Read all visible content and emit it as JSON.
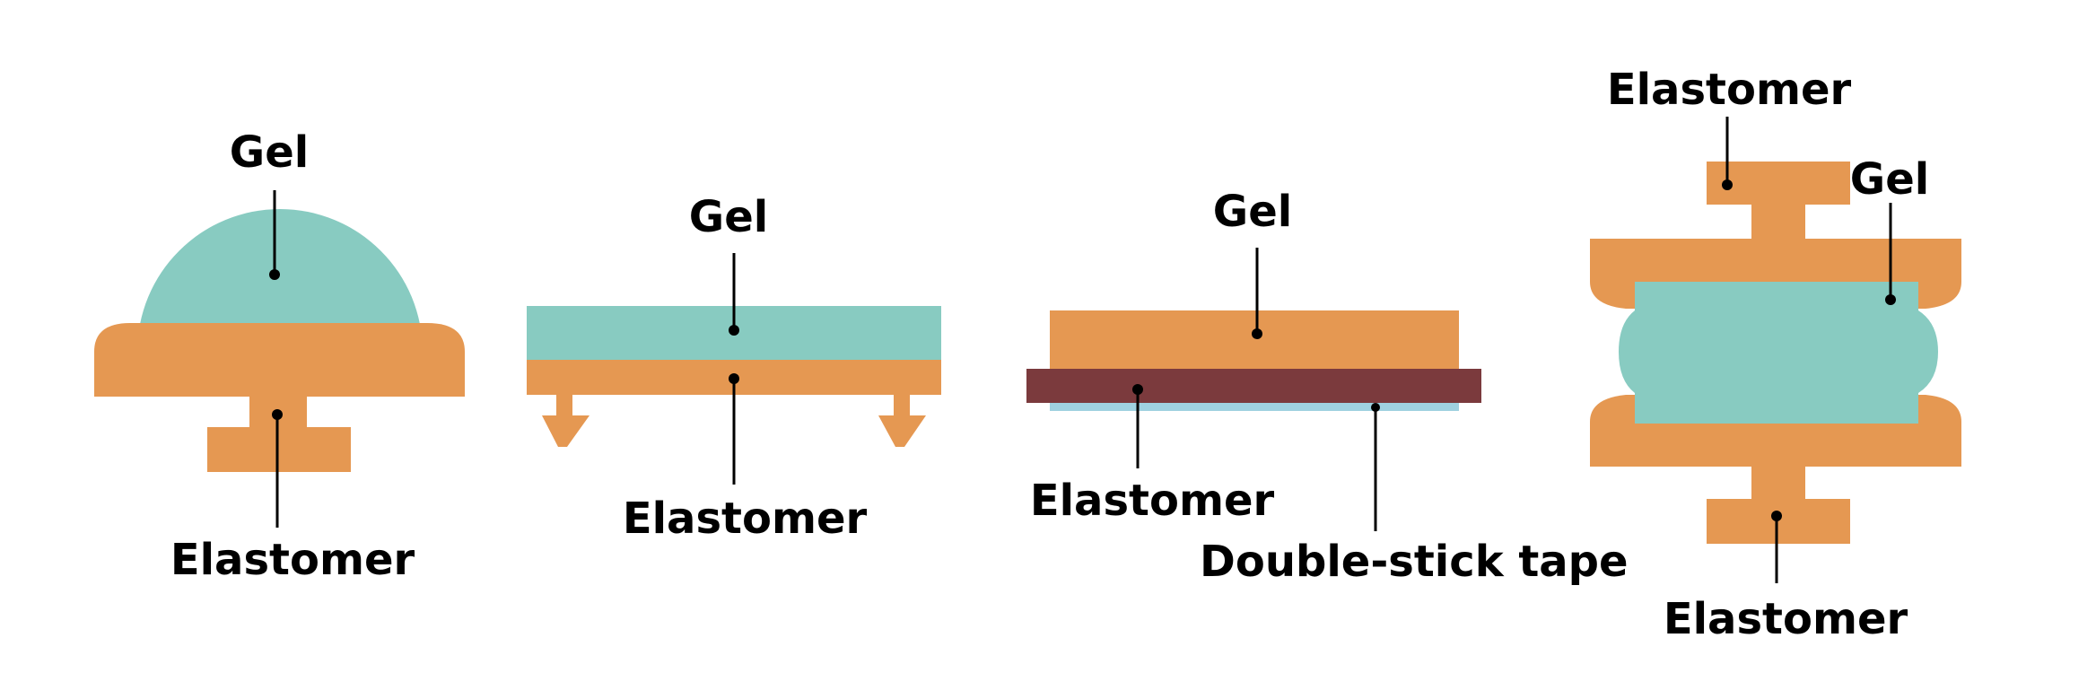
{
  "colors": {
    "gel": "#88cbc1",
    "elastomer": "#e59852",
    "tape_backing": "#7b3a3d",
    "tape_strip": "#9fd1e0",
    "background": "#ffffff",
    "line": "#000000"
  },
  "labels": {
    "p1_gel": "Gel",
    "p1_elastomer": "Elastomer",
    "p2_gel": "Gel",
    "p2_elastomer": "Elastomer",
    "p3_gel": "Gel",
    "p3_elastomer": "Elastomer",
    "p3_tape": "Double-stick tape",
    "p4_elastomer_top": "Elastomer",
    "p4_gel": "Gel",
    "p4_elastomer_bottom": "Elastomer"
  }
}
